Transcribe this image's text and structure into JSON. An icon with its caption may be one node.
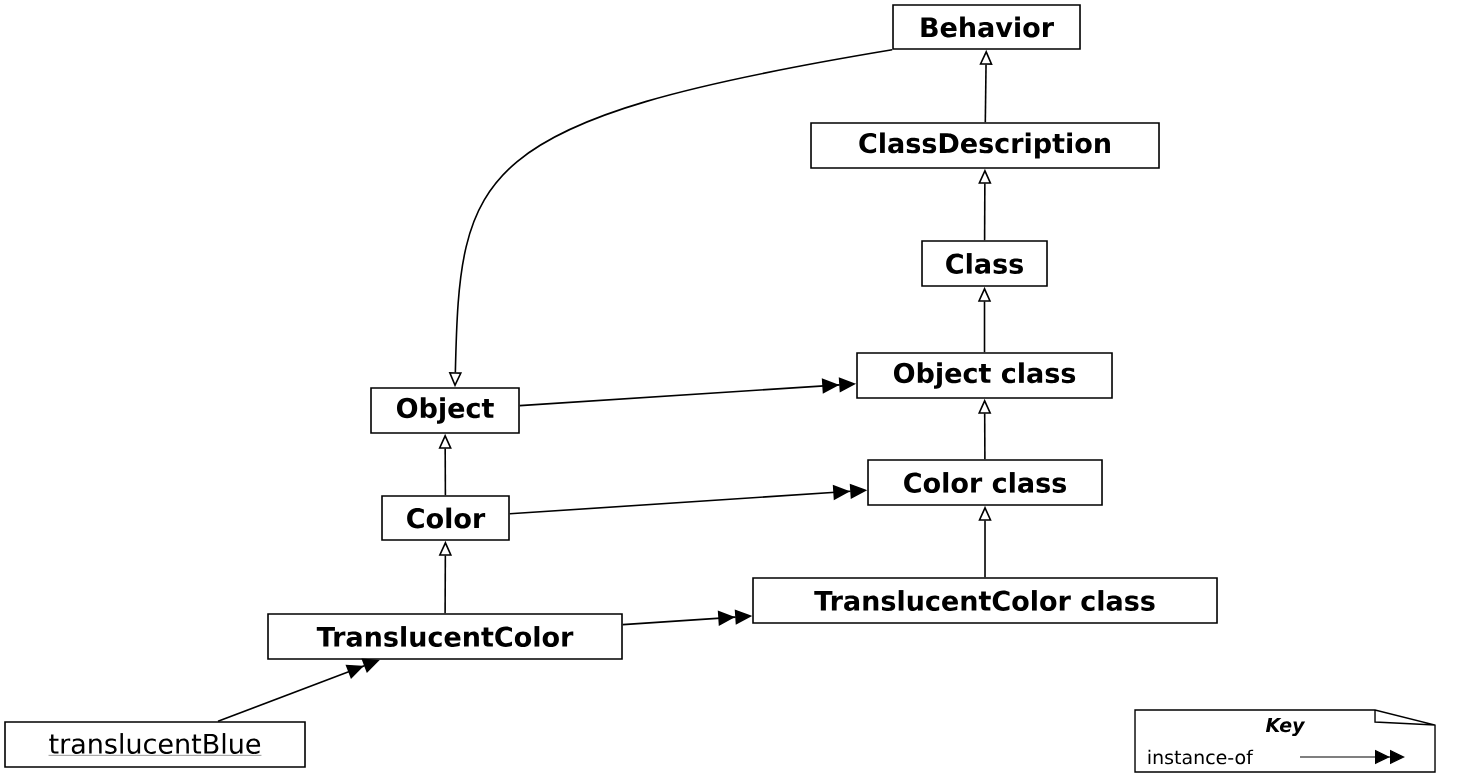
{
  "diagram": {
    "nodes": [
      {
        "text": [
          "Behavior"
        ]
      },
      {
        "text": [
          "ClassDescription"
        ]
      },
      {
        "text": [
          "Class"
        ]
      },
      {
        "text": [
          "Object class"
        ]
      },
      {
        "text": [
          "Object"
        ]
      },
      {
        "text": [
          "Color class"
        ]
      },
      {
        "text": [
          "Color"
        ]
      },
      {
        "text": [
          "TranslucentColor class"
        ]
      },
      {
        "text": [
          "TranslucentColor"
        ]
      },
      {
        "text": [
          "translucentBlue"
        ]
      }
    ],
    "edges": [
      {
        "from": 1,
        "to": 0,
        "arrow": "to"
      },
      {
        "from": 2,
        "to": 1,
        "arrow": "to"
      },
      {
        "from": 3,
        "to": 2,
        "arrow": "to"
      },
      {
        "from": 5,
        "to": 3,
        "arrow": "to"
      },
      {
        "from": 7,
        "to": 5,
        "arrow": "to"
      },
      {
        "from": 0,
        "to": 4,
        "arrow": "to"
      },
      {
        "from": 6,
        "to": 4,
        "arrow": "to"
      },
      {
        "from": 8,
        "to": 6,
        "arrow": "to"
      },
      {
        "from": 4,
        "to": 3,
        "arrow": "to"
      },
      {
        "from": 6,
        "to": 5,
        "arrow": "to"
      },
      {
        "from": 8,
        "to": 7,
        "arrow": "to"
      },
      {
        "from": 9,
        "to": 8,
        "arrow": "to"
      }
    ],
    "labels": [
      "Key"
    ],
    "legend": [
      {
        "text": "instance-of"
      }
    ]
  }
}
